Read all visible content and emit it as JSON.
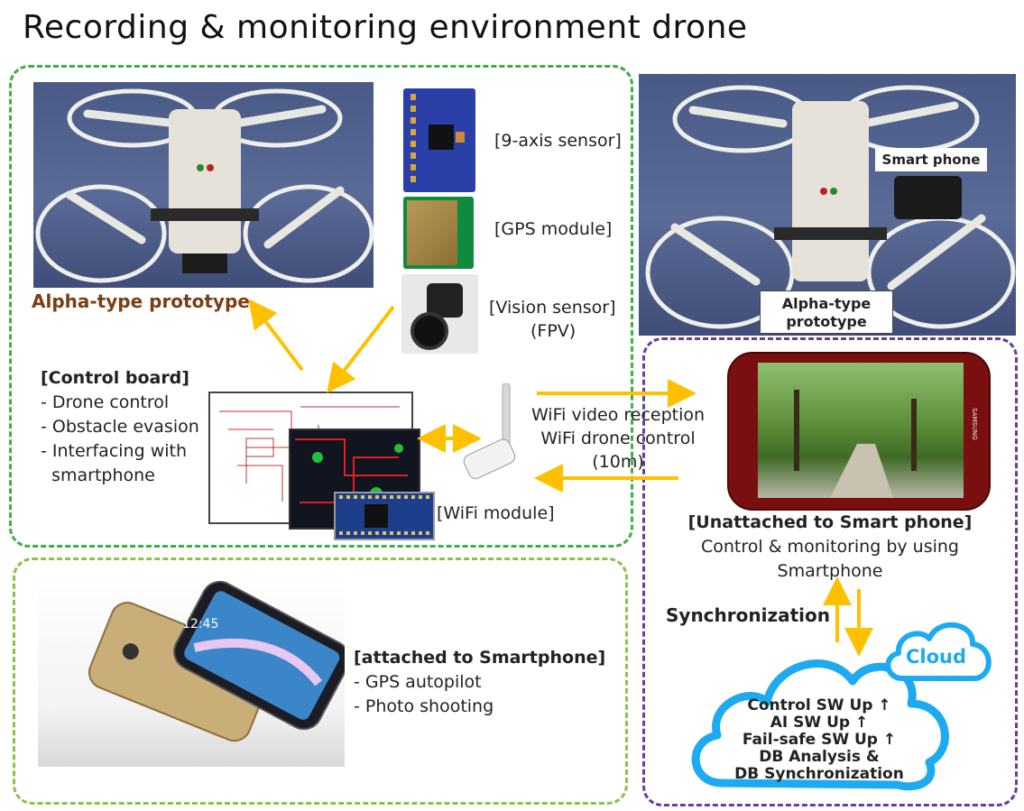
{
  "title": "Recording & monitoring environment drone",
  "left_prototype": {
    "label": "Alpha-type prototype"
  },
  "right_prototype": {
    "label_line1": "Alpha-type",
    "label_line2": "prototype",
    "smart_phone_tag": "Smart phone"
  },
  "sensors": {
    "nine_axis": "[9-axis sensor]",
    "gps": "[GPS module]",
    "vision_line1": "[Vision sensor]",
    "vision_line2": "(FPV)"
  },
  "control_board": {
    "heading": "[Control board]",
    "items": [
      "- Drone control",
      "- Obstacle evasion",
      "- Interfacing with",
      "  smartphone"
    ]
  },
  "wifi": {
    "module_label": "[WiFi module]",
    "line1": "WiFi video reception",
    "line2": "WiFi drone control",
    "line3": "(10m)"
  },
  "unattached": {
    "heading": "[Unattached to Smart phone]",
    "line1": "Control & monitoring  by using",
    "line2": "Smartphone"
  },
  "attached": {
    "heading": "[attached to Smartphone]",
    "items": [
      "- GPS autopilot",
      "- Photo shooting"
    ]
  },
  "sync": {
    "label": "Synchronization"
  },
  "cloud": {
    "small_label": "Cloud",
    "lines": [
      "Control SW Up ↑",
      "AI SW Up ↑",
      "Fail-safe SW Up ↑",
      "DB Analysis &",
      "DB Synchronization"
    ]
  },
  "phone_screen_text": {
    "clock": "12:45",
    "brand": "SAMSUNG"
  },
  "colors": {
    "green_border": "#3cb043",
    "lime_border": "#8bc34a",
    "purple_border": "#6a3d9a",
    "arrow": "#ffc000",
    "cloud": "#1eaaf1",
    "prototype_label": "#7a3e12"
  }
}
